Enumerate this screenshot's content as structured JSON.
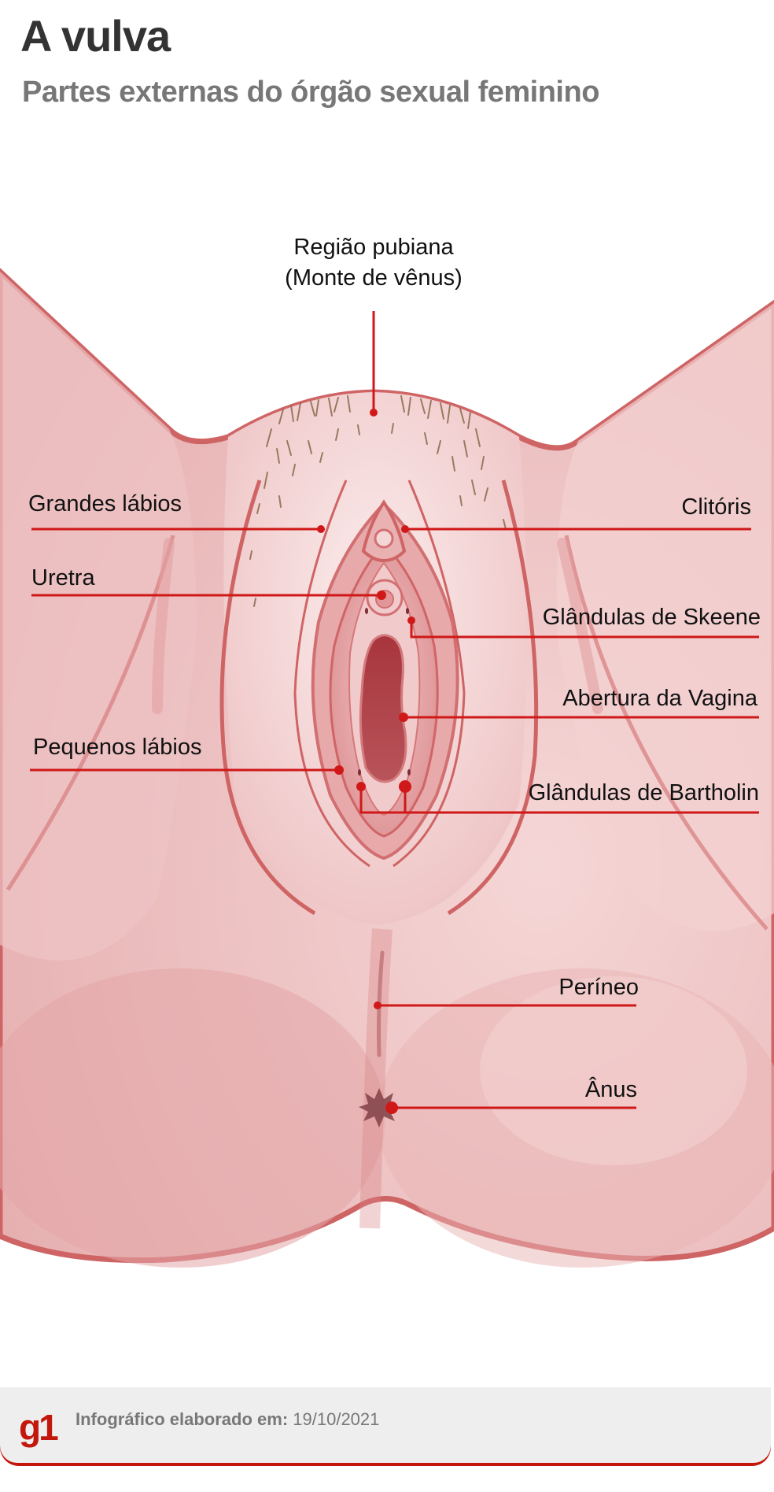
{
  "header": {
    "title": "A vulva",
    "subtitle": "Partes externas do órgão sexual feminino"
  },
  "labels": {
    "regiao_pubiana_line1": "Região pubiana",
    "regiao_pubiana_line2": "(Monte de vênus)",
    "grandes_labios": "Grandes lábios",
    "clitoris": "Clitóris",
    "uretra": "Uretra",
    "glandulas_skeene": "Glândulas de Skeene",
    "abertura_vagina": "Abertura da Vagina",
    "pequenos_labios": "Pequenos lábios",
    "glandulas_bartholin": "Glândulas de Bartholin",
    "perineo": "Períneo",
    "anus": "Ânus"
  },
  "footer": {
    "logo": "g1",
    "credit_label": "Infográfico elaborado em:",
    "credit_date": "19/10/2021"
  },
  "colors": {
    "leader_line": "#d01818",
    "skin_outline": "#cf6465",
    "skin_fill": "#f0c8c8",
    "brand_red": "#c4170c"
  }
}
